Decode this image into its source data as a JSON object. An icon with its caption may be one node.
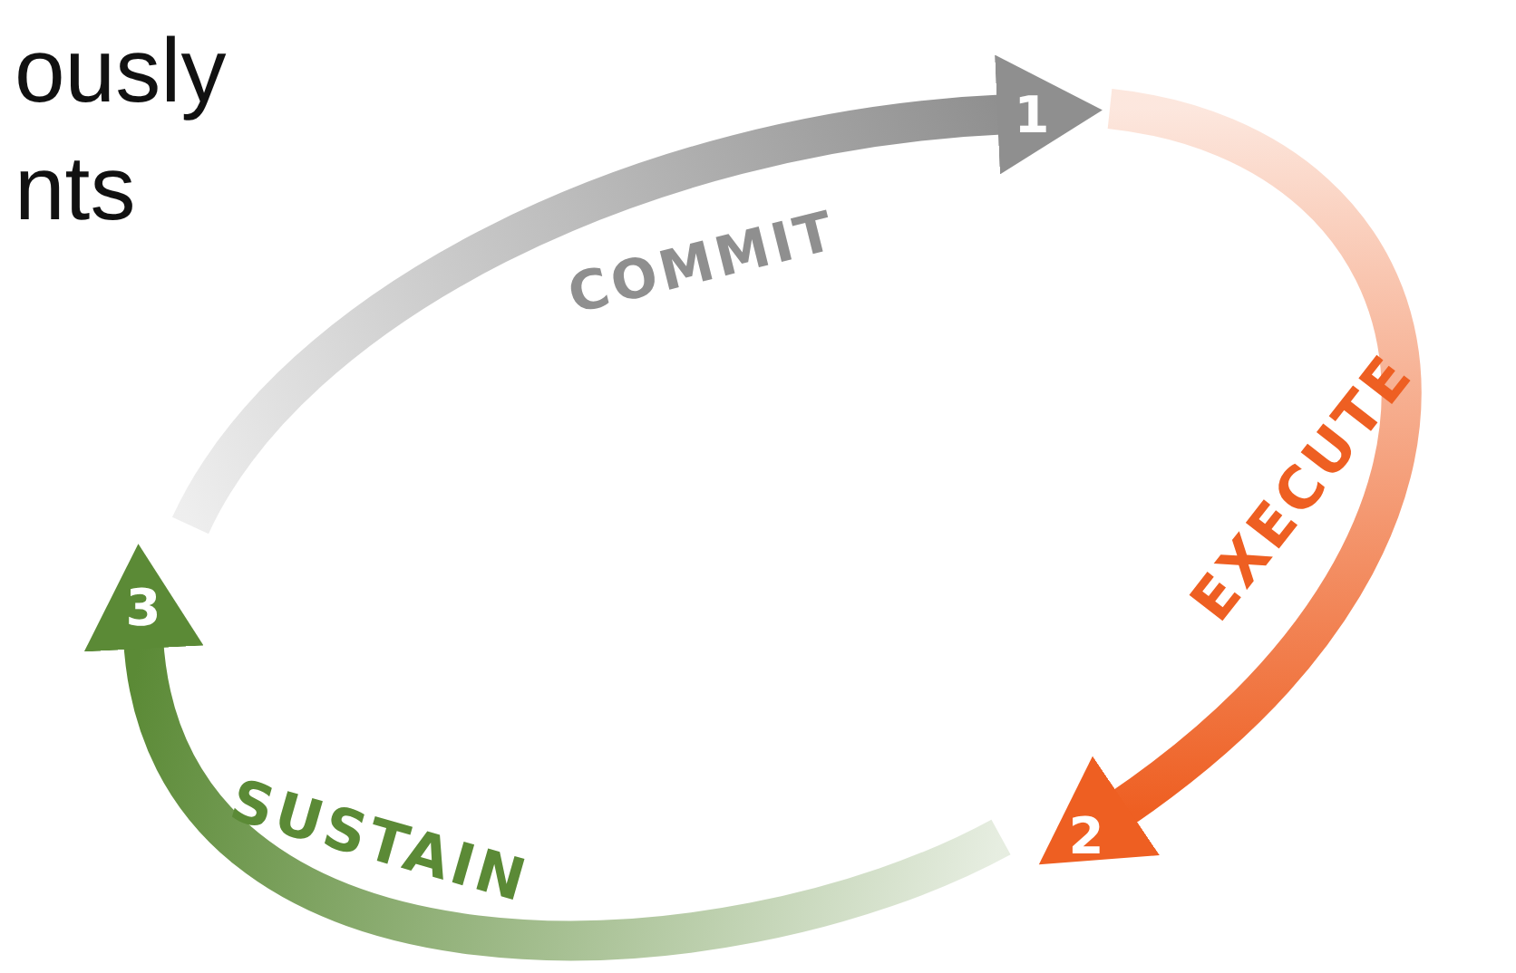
{
  "diagram": {
    "nodes": [
      {
        "text": [
          "1"
        ]
      },
      {
        "text": [
          "2"
        ]
      },
      {
        "text": [
          "3"
        ]
      }
    ],
    "edges": [
      {
        "from": 2,
        "to": 0,
        "arrow": "to",
        "label": "COMMIT",
        "color": "#8f8f8f"
      },
      {
        "from": 0,
        "to": 1,
        "arrow": "to",
        "label": "EXECUTE",
        "color": "#ee5f22"
      },
      {
        "from": 1,
        "to": 2,
        "arrow": "to",
        "label": "SUSTAIN",
        "color": "#5b8a36"
      }
    ],
    "labels": [
      "ously",
      "nts"
    ]
  }
}
